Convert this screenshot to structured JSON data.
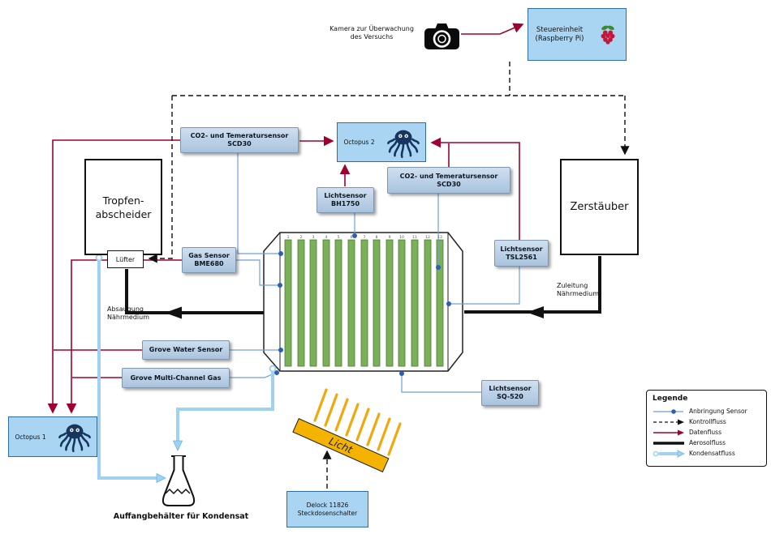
{
  "colors": {
    "data_flow": "#a00030",
    "control_flow": "#111111",
    "aerosol_flow": "#111111",
    "condensate_flow": "#9fd2f0",
    "sensor_attach_line": "#6f9fd8",
    "sensor_attach_dot": "#2d5fb0",
    "box_blue": "#a9d4f2",
    "sensor_box": "#b9cfe6",
    "light_bar": "#f5b301",
    "tube_green": "#79b058"
  },
  "controller": {
    "line1": "Steuereinheit",
    "line2": "(Raspberry Pi)"
  },
  "camera": {
    "line1": "Kamera zur Überwachung",
    "line2": "des Versuchs"
  },
  "vessels": {
    "tropfenabscheider_line1": "Tropfen-",
    "tropfenabscheider_line2": "abscheider",
    "luefter": "Lüfter",
    "zerstaeuber": "Zerstäuber"
  },
  "microcontrollers": {
    "octopus1": "Octopus 1",
    "octopus2": "Octopus 2"
  },
  "sensors": {
    "scd30_left_line1": "CO2- und Temeratursensor",
    "scd30_left_line2": "SCD30",
    "scd30_right_line1": "CO2- und Temeratursensor",
    "scd30_right_line2": "SCD30",
    "bh1750_line1": "Lichtsensor",
    "bh1750_line2": "BH1750",
    "bme680_line1": "Gas Sensor",
    "bme680_line2": "BME680",
    "tsl2561_line1": "Lichtsensor",
    "tsl2561_line2": "TSL2561",
    "grove_water": "Grove Water Sensor",
    "grove_gas": "Grove Multi-Channel Gas",
    "sq520_line1": "Lichtsensor",
    "sq520_line2": "SQ-520"
  },
  "flows": {
    "absaugung_line1": "Absaugung",
    "absaugung_line2": "Nährmedium",
    "zuleitung_line1": "Zuleitung",
    "zuleitung_line2": "Nährmedium"
  },
  "light": {
    "label": "Licht",
    "switch_line1": "Delock 11826",
    "switch_line2": "Steckdosenschalter"
  },
  "condensate_caption": "Auffangbehälter für Kondensat",
  "reactor": {
    "tube_numbers": [
      "1",
      "2",
      "3",
      "4",
      "5",
      "6",
      "7",
      "8",
      "9",
      "10",
      "11",
      "12",
      "13"
    ]
  },
  "legend": {
    "title": "Legende",
    "items": [
      {
        "label": "Anbringung Sensor"
      },
      {
        "label": "Kontrollfluss"
      },
      {
        "label": "Datenfluss"
      },
      {
        "label": "Aerosolfluss"
      },
      {
        "label": "Kondensatfluss"
      }
    ]
  }
}
